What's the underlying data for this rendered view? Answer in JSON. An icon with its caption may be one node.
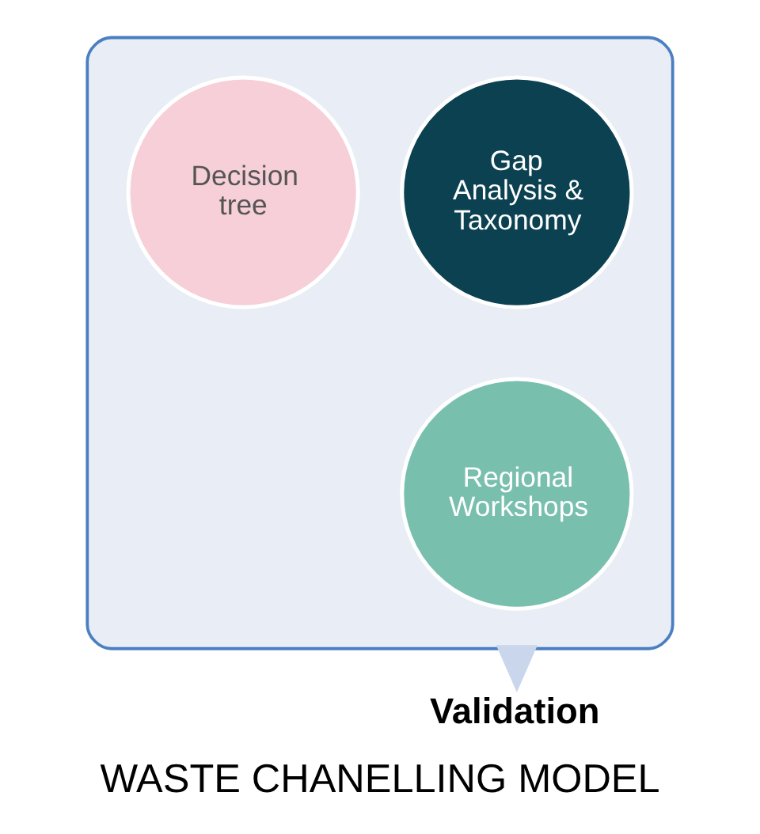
{
  "diagram": {
    "title": "WASTE CHANELLING MODEL",
    "nodes": [
      {
        "text": [],
        "shape": "funnel"
      },
      {
        "text": [
          "Gap Analysis & Taxonomy"
        ],
        "in": 0
      },
      {
        "text": [
          "Decision tree"
        ],
        "in": 0
      },
      {
        "text": [
          "Regional Workshops"
        ],
        "in": 0
      },
      {
        "text": [
          "Validation"
        ]
      }
    ],
    "edges": [
      {
        "from": 0,
        "to": 4,
        "arrow": "to",
        "style": "thick",
        "color": "#c9d6ec"
      }
    ]
  }
}
